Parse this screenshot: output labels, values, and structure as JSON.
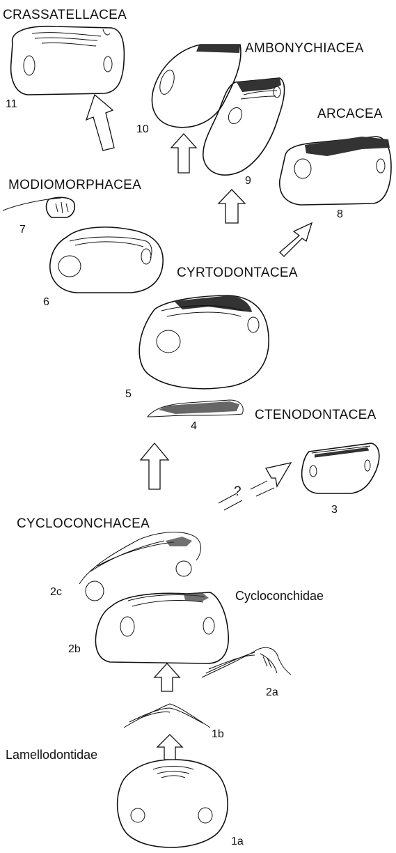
{
  "groups": {
    "crassatellacea": "CRASSATELLACEA",
    "ambonychiacea": "AMBONYCHIACEA",
    "arcacea": "ARCACEA",
    "modiomorphacea": "MODIOMORPHACEA",
    "cyrtodontacea": "CYRTODONTACEA",
    "ctenodontacea": "CTENODONTACEA",
    "cycloconchacea": "CYCLOCONCHACEA"
  },
  "families": {
    "cycloconchidae": "Cycloconchidae",
    "lamellodontidae": "Lamellodontidae"
  },
  "specimens": {
    "s11": "11",
    "s10": "10",
    "s9": "9",
    "s8": "8",
    "s7": "7",
    "s6": "6",
    "s5": "5",
    "s4": "4",
    "s3": "3",
    "s2c": "2c",
    "s2b": "2b",
    "s2a": "2a",
    "s1b": "1b",
    "s1a": "1a"
  },
  "uncertain_mark": "?"
}
